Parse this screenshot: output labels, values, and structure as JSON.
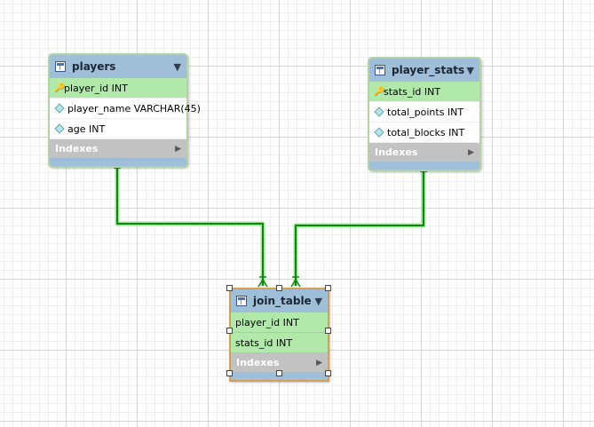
{
  "diagram": {
    "tables": [
      {
        "name": "players",
        "columns": [
          {
            "label": "player_id INT",
            "kind": "pk"
          },
          {
            "label": "player_name VARCHAR(45)",
            "kind": "attr"
          },
          {
            "label": "age INT",
            "kind": "attr"
          }
        ],
        "indexes_label": "Indexes"
      },
      {
        "name": "player_stats",
        "columns": [
          {
            "label": "stats_id INT",
            "kind": "pk"
          },
          {
            "label": "total_points INT",
            "kind": "attr"
          },
          {
            "label": "total_blocks INT",
            "kind": "attr"
          }
        ],
        "indexes_label": "Indexes"
      },
      {
        "name": "join_table",
        "selected": true,
        "columns": [
          {
            "label": "player_id INT",
            "kind": "fk"
          },
          {
            "label": "stats_id INT",
            "kind": "fk"
          }
        ],
        "indexes_label": "Indexes"
      }
    ],
    "relationships": [
      {
        "from": "players",
        "to": "join_table",
        "cardinality": "one-to-many"
      },
      {
        "from": "player_stats",
        "to": "join_table",
        "cardinality": "one-to-many"
      }
    ],
    "colors": {
      "relationship_line": "#0a8a0a",
      "relationship_glow": "#9fe39a",
      "table_header": "#9fbfd8",
      "key_column_bg": "#b1e9aa",
      "selection_border": "#d59f58"
    }
  }
}
